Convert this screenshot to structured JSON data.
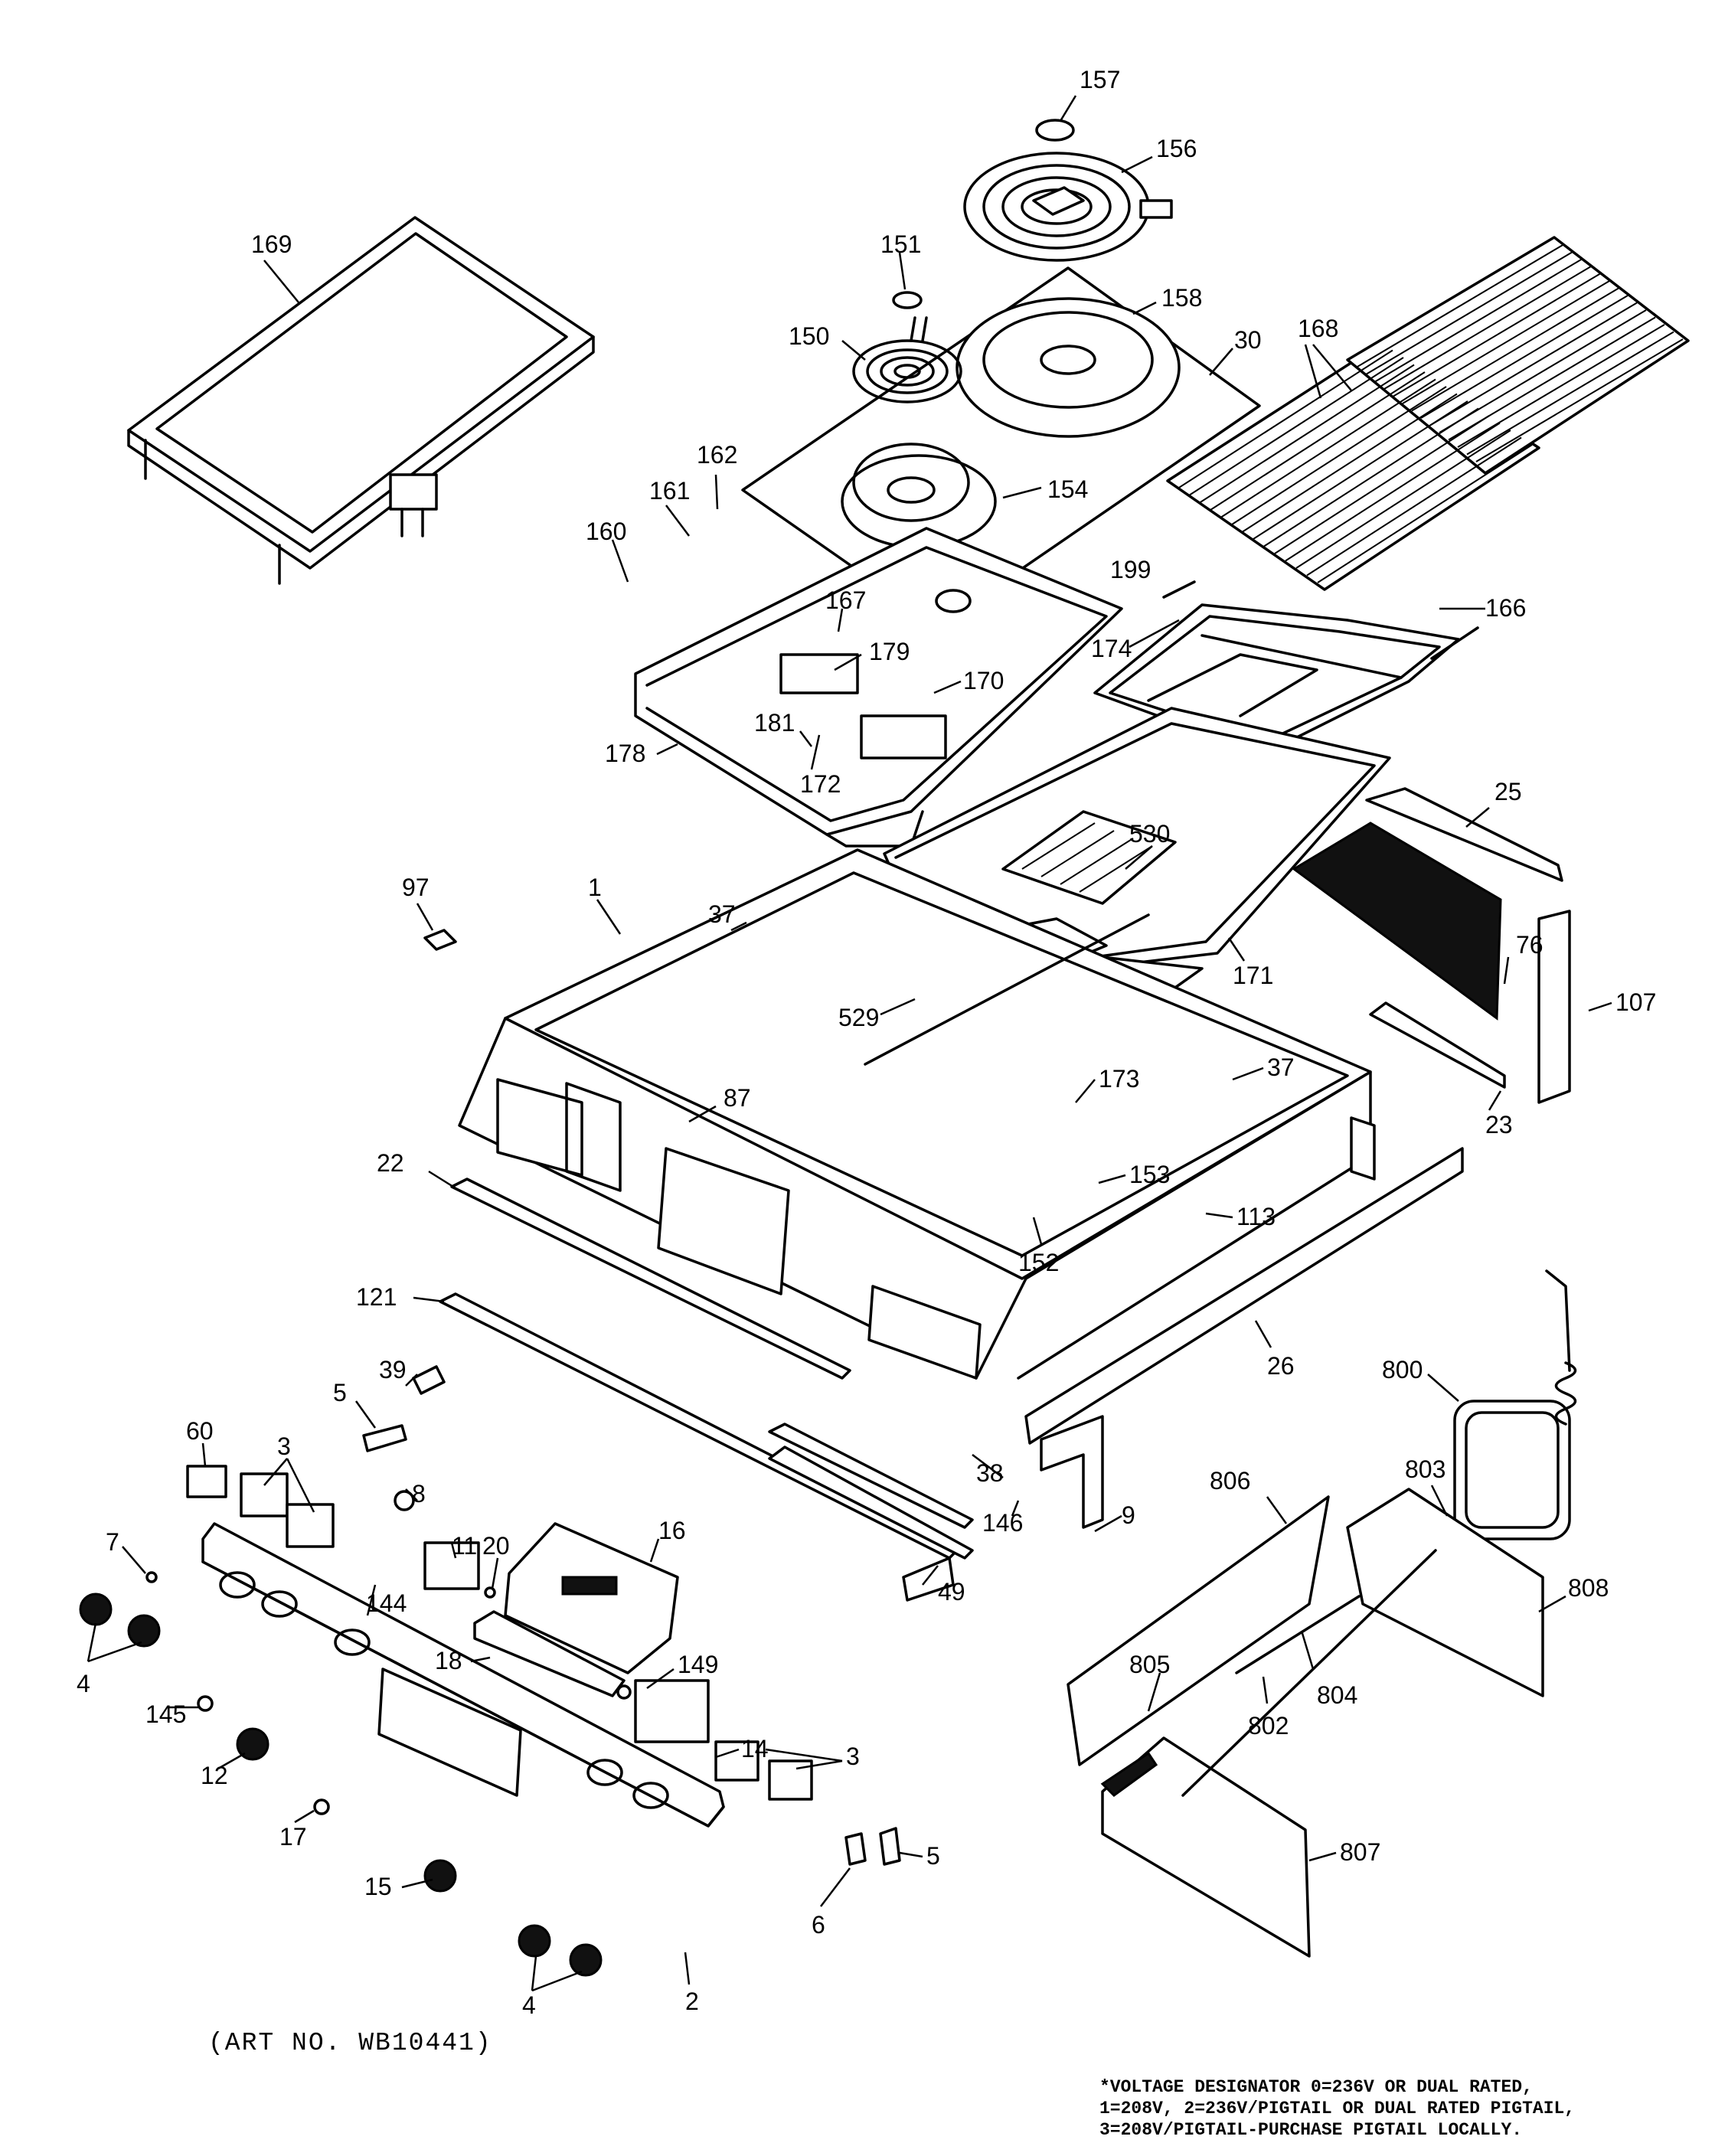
{
  "caption": {
    "art_no": "(ART NO. WB10441)"
  },
  "note": {
    "line1": "*VOLTAGE DESIGNATOR 0=236V OR DUAL RATED,",
    "line2": "1=208V, 2=236V/PIGTAIL OR DUAL RATED PIGTAIL,",
    "line3": "3=208V/PIGTAIL-PURCHASE PIGTAIL LOCALLY."
  },
  "callouts": [
    {
      "id": "c157",
      "text": "157"
    },
    {
      "id": "c156",
      "text": "156"
    },
    {
      "id": "c169",
      "text": "169"
    },
    {
      "id": "c151",
      "text": "151"
    },
    {
      "id": "c158",
      "text": "158"
    },
    {
      "id": "c150",
      "text": "150"
    },
    {
      "id": "c30",
      "text": "30"
    },
    {
      "id": "c168",
      "text": "168"
    },
    {
      "id": "c162",
      "text": "162"
    },
    {
      "id": "c161",
      "text": "161"
    },
    {
      "id": "c154",
      "text": "154"
    },
    {
      "id": "c160",
      "text": "160"
    },
    {
      "id": "c199",
      "text": "199"
    },
    {
      "id": "c166",
      "text": "166"
    },
    {
      "id": "c167",
      "text": "167"
    },
    {
      "id": "c179",
      "text": "179"
    },
    {
      "id": "c174",
      "text": "174"
    },
    {
      "id": "c170",
      "text": "170"
    },
    {
      "id": "c181",
      "text": "181"
    },
    {
      "id": "c172",
      "text": "172"
    },
    {
      "id": "c178",
      "text": "178"
    },
    {
      "id": "c25",
      "text": "25"
    },
    {
      "id": "c530",
      "text": "530"
    },
    {
      "id": "c97",
      "text": "97"
    },
    {
      "id": "c1",
      "text": "1"
    },
    {
      "id": "c37a",
      "text": "37"
    },
    {
      "id": "c171",
      "text": "171"
    },
    {
      "id": "c76",
      "text": "76"
    },
    {
      "id": "c107",
      "text": "107"
    },
    {
      "id": "c529",
      "text": "529"
    },
    {
      "id": "c37b",
      "text": "37"
    },
    {
      "id": "c87",
      "text": "87"
    },
    {
      "id": "c173",
      "text": "173"
    },
    {
      "id": "c23",
      "text": "23"
    },
    {
      "id": "c22",
      "text": "22"
    },
    {
      "id": "c153",
      "text": "153"
    },
    {
      "id": "c113",
      "text": "113"
    },
    {
      "id": "c152",
      "text": "152"
    },
    {
      "id": "c121",
      "text": "121"
    },
    {
      "id": "c39",
      "text": "39"
    },
    {
      "id": "c26",
      "text": "26"
    },
    {
      "id": "c800",
      "text": "800"
    },
    {
      "id": "c3a",
      "text": "3"
    },
    {
      "id": "c60",
      "text": "60"
    },
    {
      "id": "c5a",
      "text": "5"
    },
    {
      "id": "c8",
      "text": "8"
    },
    {
      "id": "c38",
      "text": "38"
    },
    {
      "id": "c806",
      "text": "806"
    },
    {
      "id": "c803",
      "text": "803"
    },
    {
      "id": "c11",
      "text": "11"
    },
    {
      "id": "c20",
      "text": "20"
    },
    {
      "id": "c16",
      "text": "16"
    },
    {
      "id": "c9",
      "text": "9"
    },
    {
      "id": "c7",
      "text": "7"
    },
    {
      "id": "c144",
      "text": "144"
    },
    {
      "id": "c146",
      "text": "146"
    },
    {
      "id": "c49",
      "text": "49"
    },
    {
      "id": "c808",
      "text": "808"
    },
    {
      "id": "c18",
      "text": "18"
    },
    {
      "id": "c149",
      "text": "149"
    },
    {
      "id": "c4a",
      "text": "4"
    },
    {
      "id": "c805",
      "text": "805"
    },
    {
      "id": "c804",
      "text": "804"
    },
    {
      "id": "c145",
      "text": "145"
    },
    {
      "id": "c14",
      "text": "14"
    },
    {
      "id": "c802",
      "text": "802"
    },
    {
      "id": "c12",
      "text": "12"
    },
    {
      "id": "c3b",
      "text": "3"
    },
    {
      "id": "c17",
      "text": "17"
    },
    {
      "id": "c807",
      "text": "807"
    },
    {
      "id": "c15",
      "text": "15"
    },
    {
      "id": "c5b",
      "text": "5"
    },
    {
      "id": "c6",
      "text": "6"
    },
    {
      "id": "c4b",
      "text": "4"
    },
    {
      "id": "c2",
      "text": "2"
    }
  ]
}
